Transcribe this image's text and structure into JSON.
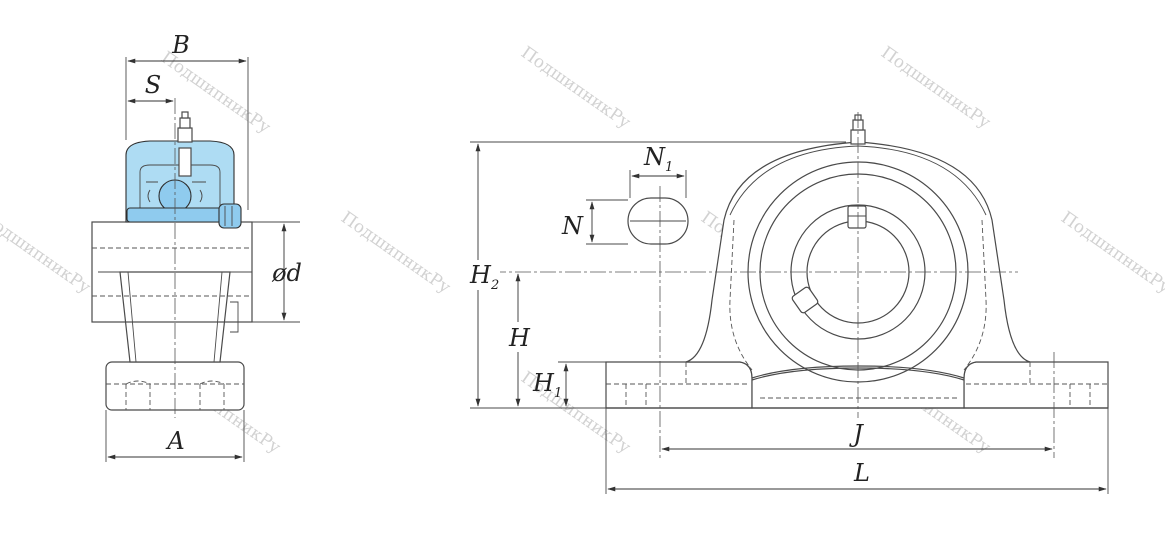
{
  "diagram": {
    "side_view_labels": {
      "B": "B",
      "S": "S",
      "d": "ød",
      "A": "A"
    },
    "front_view_labels": {
      "N1_main": "N",
      "N1_sub": "1",
      "N": "N",
      "H2_main": "H",
      "H2_sub": "2",
      "H": "H",
      "H1_main": "H",
      "H1_sub": "1",
      "J": "J",
      "L": "L"
    },
    "watermark": "ПодшипникРу",
    "colors": {
      "bearing_fill": "#aedcf3",
      "bearing_fill_dark": "#8fcbee",
      "line": "#4a4a4a"
    }
  }
}
